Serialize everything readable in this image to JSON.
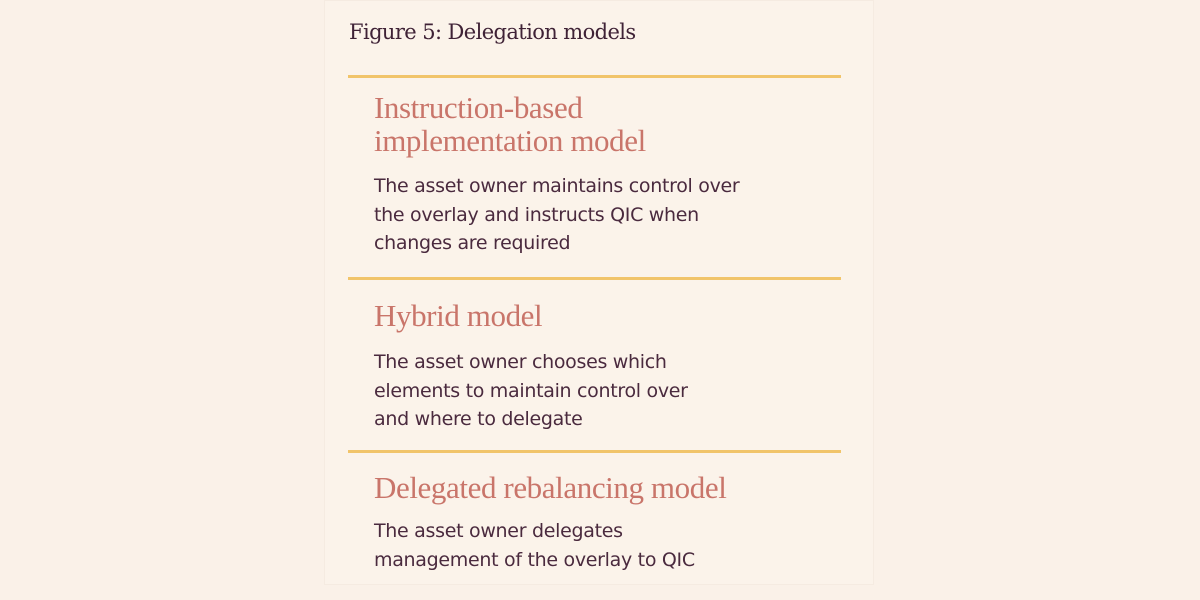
{
  "figure": {
    "title": "Figure 5: Delegation models",
    "accent_rule_color": "#f1c46a",
    "heading_color": "#c9756a",
    "text_color": "#4a2a3e"
  },
  "models": [
    {
      "title_lines": [
        "Instruction-based",
        "implementation model"
      ],
      "desc_lines": [
        "The asset owner maintains control over",
        "the overlay and instructs QIC when",
        "changes are required"
      ]
    },
    {
      "title_lines": [
        "Hybrid model"
      ],
      "desc_lines": [
        "The asset owner chooses which",
        "elements to maintain control over",
        "and where to delegate"
      ]
    },
    {
      "title_lines": [
        "Delegated rebalancing model"
      ],
      "desc_lines": [
        "The asset owner delegates",
        "management of the overlay to QIC"
      ]
    }
  ]
}
